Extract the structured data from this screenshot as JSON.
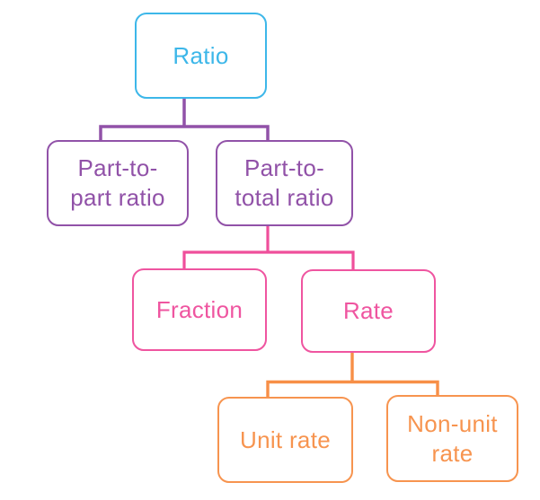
{
  "diagram": {
    "type": "tree",
    "background": "#ffffff",
    "nodes": [
      {
        "id": "ratio",
        "label": "Ratio",
        "lines": [
          "Ratio"
        ],
        "color": "#3db7e9",
        "parent": null
      },
      {
        "id": "part-to-part-ratio",
        "label": "Part-to-part ratio",
        "lines": [
          "Part-to-",
          "part ratio"
        ],
        "color": "#9152a8",
        "parent": "ratio"
      },
      {
        "id": "part-to-total-ratio",
        "label": "Part-to-total ratio",
        "lines": [
          "Part-to-",
          "total ratio"
        ],
        "color": "#9152a8",
        "parent": "ratio"
      },
      {
        "id": "fraction",
        "label": "Fraction",
        "lines": [
          "Fraction"
        ],
        "color": "#ef55a0",
        "parent": "part-to-total-ratio"
      },
      {
        "id": "rate",
        "label": "Rate",
        "lines": [
          "Rate"
        ],
        "color": "#ef55a0",
        "parent": "part-to-total-ratio"
      },
      {
        "id": "unit-rate",
        "label": "Unit rate",
        "lines": [
          "Unit rate"
        ],
        "color": "#f7944f",
        "parent": "rate"
      },
      {
        "id": "non-unit-rate",
        "label": "Non-unit rate",
        "lines": [
          "Non-unit",
          "rate"
        ],
        "color": "#f7944f",
        "parent": "rate"
      }
    ],
    "connectors": [
      {
        "from": "ratio",
        "to": [
          "part-to-part-ratio",
          "part-to-total-ratio"
        ],
        "color": "#9152a8"
      },
      {
        "from": "part-to-total-ratio",
        "to": [
          "fraction",
          "rate"
        ],
        "color": "#ef4f9b"
      },
      {
        "from": "rate",
        "to": [
          "unit-rate",
          "non-unit-rate"
        ],
        "color": "#f78f47"
      }
    ]
  }
}
